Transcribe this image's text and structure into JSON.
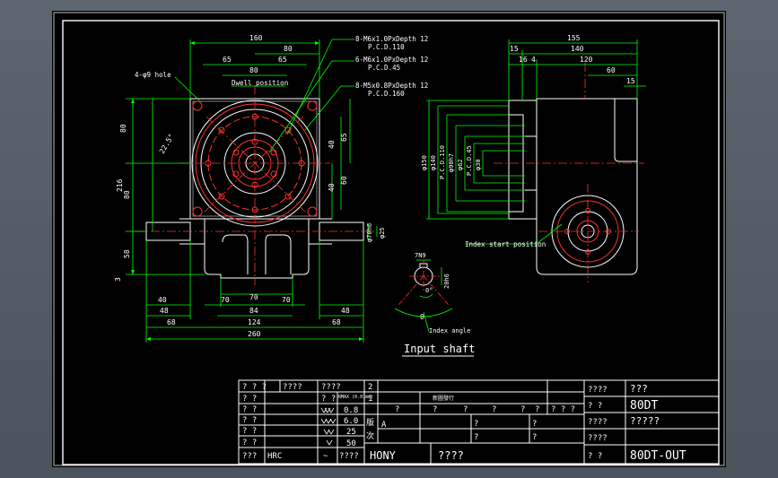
{
  "colors": {
    "background": "#000000",
    "viewport": "#535c66",
    "frame": "#ffffff",
    "dimension": "#00ff00",
    "centerline": "#ff0000",
    "outline": "#ffffff",
    "hidden": "#ff3030",
    "text": "#ffffff",
    "label": "#00ff00"
  },
  "front_view": {
    "dims_top": [
      "160",
      "80",
      "65",
      "80",
      "65"
    ],
    "dims_left": [
      "80",
      "22.5°",
      "216",
      "80",
      "58",
      "3"
    ],
    "dims_right": [
      "40",
      "65",
      "40",
      "60",
      "φ70h6",
      "φ25"
    ],
    "dims_bottom": [
      "70",
      "40",
      "70",
      "70",
      "84",
      "48",
      "48",
      "124",
      "68",
      "68",
      "260"
    ],
    "labels": {
      "hole": "4-φ9 hole",
      "dwell": "Dwell position",
      "tap1": "8-M6x1.0PxDepth 12",
      "pcd1": "P.C.D.110",
      "tap2": "6-M6x1.0PxDepth 12",
      "pcd2": "P.C.D.45",
      "tap3": "8-M5x0.8PxDepth 12",
      "pcd3": "P.C.D.160"
    }
  },
  "side_view": {
    "dims_top": [
      "155",
      "15",
      "140",
      "16",
      "4",
      "120",
      "60",
      "15"
    ],
    "dims_left": [
      "φ150",
      "φ140",
      "P.C.D.110",
      "φ90h7",
      "φ62",
      "P.C.D.45",
      "φ30"
    ],
    "labels": {
      "index_start": "Index start position"
    }
  },
  "detail": {
    "dims": [
      "7N9",
      "20h6",
      "0°",
      "θ"
    ],
    "labels": {
      "index_angle": "Index angle",
      "title": "Input shaft"
    }
  },
  "title_block": {
    "left_rows": [
      {
        "a": "? ? ?",
        "b": "????",
        "c": "????"
      },
      {
        "a": "? ?",
        "b": "",
        "c": "? ?"
      },
      {
        "a": "? ?",
        "b": "",
        "c": "0.8"
      },
      {
        "a": "? ?",
        "b": "",
        "c": "6.0"
      },
      {
        "a": "? ?",
        "b": "",
        "c": "25"
      },
      {
        "a": "? ?",
        "b": "",
        "c": "50"
      },
      {
        "a": "???",
        "b": "HRC",
        "c": "????"
      }
    ],
    "rmax_label": "RMAX (0.01mm)",
    "tilde": "~",
    "rev_rows": [
      "2",
      "1"
    ],
    "rev_text": "新圖發行",
    "rev_marks": [
      "?",
      "?",
      "?",
      "?",
      "?",
      "?",
      "? ? ?"
    ],
    "ban": "版",
    "ci": "次",
    "a_mark": "A",
    "mid_marks": [
      "?",
      "?",
      "?",
      "?"
    ],
    "company": "HONY",
    "company_q": "????",
    "right_rows": [
      {
        "label": "????",
        "value": "???"
      },
      {
        "label": "?  ?",
        "value": "80DT"
      },
      {
        "label": "????",
        "value": "?????"
      },
      {
        "label": "????",
        "value": ""
      },
      {
        "label": "?  ?",
        "value": "80DT-OUT"
      }
    ]
  }
}
